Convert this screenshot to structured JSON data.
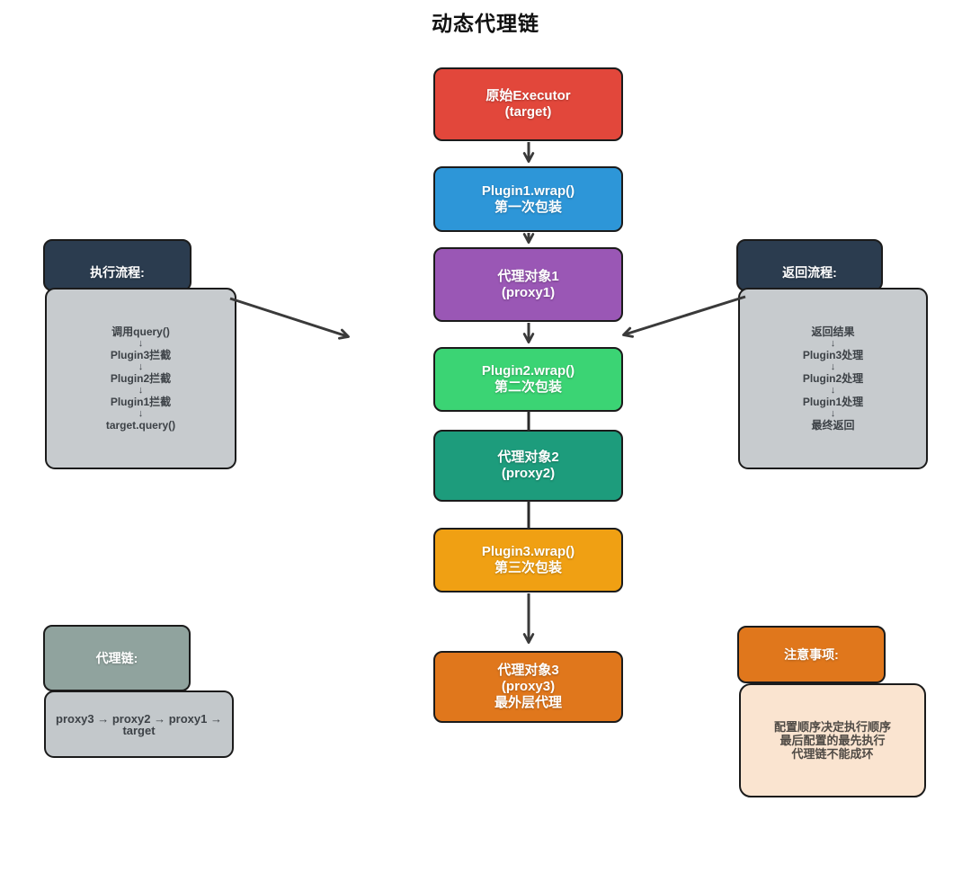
{
  "title": "动态代理链",
  "flow": {
    "nodes": [
      {
        "id": "target",
        "lines": [
          "原始Executor",
          "(target)"
        ],
        "color": "#e2473b"
      },
      {
        "id": "plugin1",
        "lines": [
          "Plugin1.wrap()",
          "第一次包装"
        ],
        "color": "#2d96d8"
      },
      {
        "id": "proxy1",
        "lines": [
          "代理对象1",
          "(proxy1)"
        ],
        "color": "#9a57b5"
      },
      {
        "id": "plugin2",
        "lines": [
          "Plugin2.wrap()",
          "第二次包装"
        ],
        "color": "#3bd474"
      },
      {
        "id": "proxy2",
        "lines": [
          "代理对象2",
          "(proxy2)"
        ],
        "color": "#1d9c7c"
      },
      {
        "id": "plugin3",
        "lines": [
          "Plugin3.wrap()",
          "第三次包装"
        ],
        "color": "#f0a013"
      },
      {
        "id": "proxy3",
        "lines": [
          "代理对象3",
          "(proxy3)",
          "最外层代理"
        ],
        "color": "#e0771c"
      }
    ]
  },
  "exec_flow": {
    "header": "执行流程:",
    "arrow": "↓",
    "steps": [
      "调用query()",
      "Plugin3拦截",
      "Plugin2拦截",
      "Plugin1拦截",
      "target.query()"
    ]
  },
  "return_flow": {
    "header": "返回流程:",
    "arrow": "↓",
    "steps": [
      "返回结果",
      "Plugin3处理",
      "Plugin2处理",
      "Plugin1处理",
      "最终返回"
    ]
  },
  "proxy_chain": {
    "header": "代理链:",
    "text": "proxy3 → proxy2 → proxy1 → target"
  },
  "notes": {
    "header": "注意事项:",
    "lines": [
      "配置顺序决定执行顺序",
      "最后配置的最先执行",
      "代理链不能成环"
    ]
  },
  "colors": {
    "node_target": "#e2473b",
    "node_plugin1": "#2d96d8",
    "node_proxy1": "#9a57b5",
    "node_plugin2": "#3bd474",
    "node_proxy2": "#1d9c7c",
    "node_plugin3": "#f0a013",
    "node_proxy3": "#e0771c",
    "panel_header_dark": "#2b3c4f",
    "panel_header_gray_green": "#90a39e",
    "panel_header_orange": "#e0771c",
    "panel_body_gray": "#c7cbce",
    "panel_body_peach": "#fae4d0",
    "border": "#1b1b1b",
    "connector": "#3a3a3a"
  }
}
